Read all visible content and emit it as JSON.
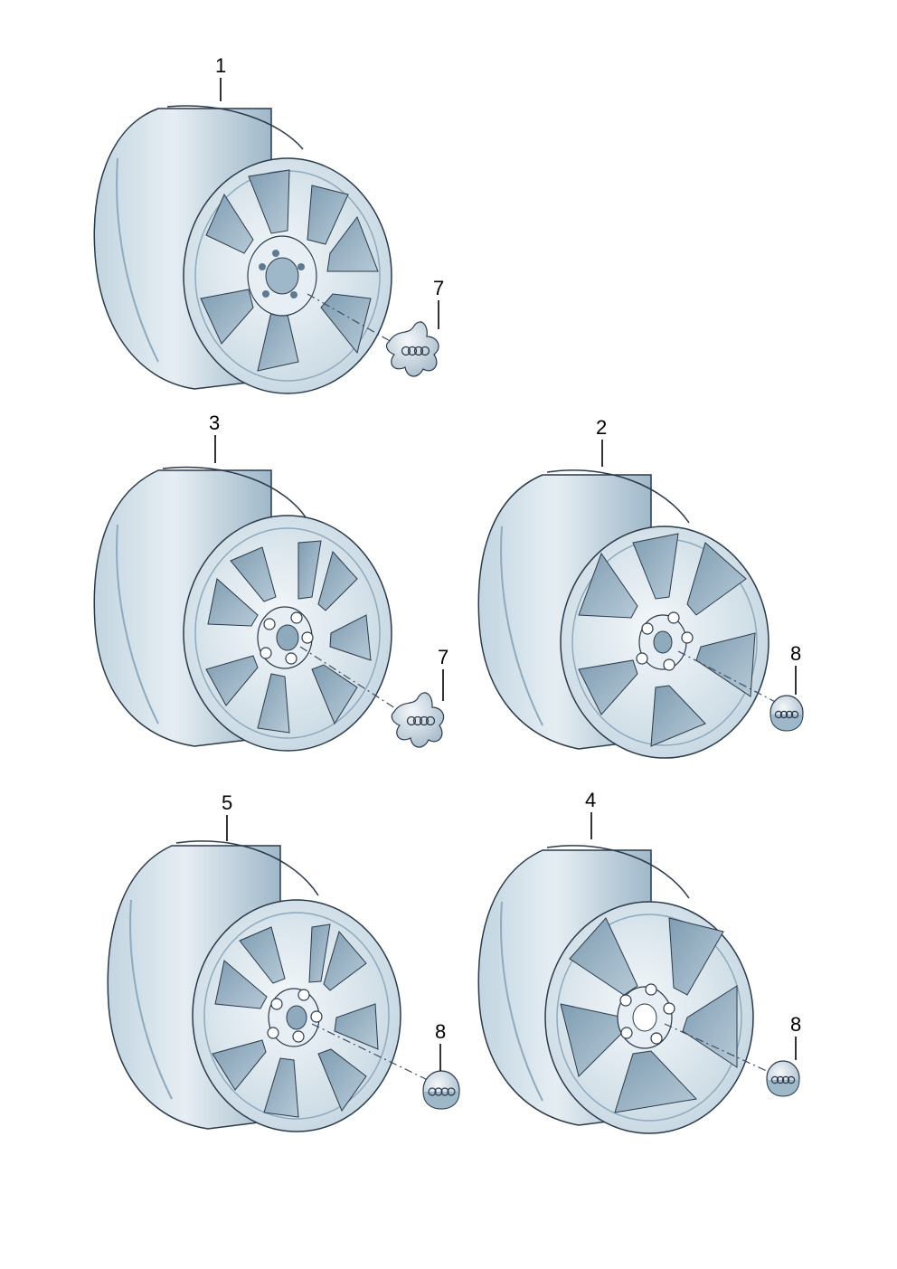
{
  "callouts": [
    {
      "id": "wheel-1",
      "number": "1"
    },
    {
      "id": "wheel-2",
      "number": "2"
    },
    {
      "id": "wheel-3",
      "number": "3"
    },
    {
      "id": "wheel-4",
      "number": "4"
    },
    {
      "id": "wheel-5",
      "number": "5"
    },
    {
      "id": "cap-7-top",
      "number": "7"
    },
    {
      "id": "cap-7-mid",
      "number": "7"
    },
    {
      "id": "cap-8-mid",
      "number": "8"
    },
    {
      "id": "cap-8-bl",
      "number": "8"
    },
    {
      "id": "cap-8-br",
      "number": "8"
    }
  ],
  "colors": {
    "rim_light": "#dde8ef",
    "rim_mid": "#b9cedb",
    "rim_dark": "#8faabd",
    "outline": "#2b3a4a"
  },
  "icons": [
    "audi-rings-logo"
  ]
}
